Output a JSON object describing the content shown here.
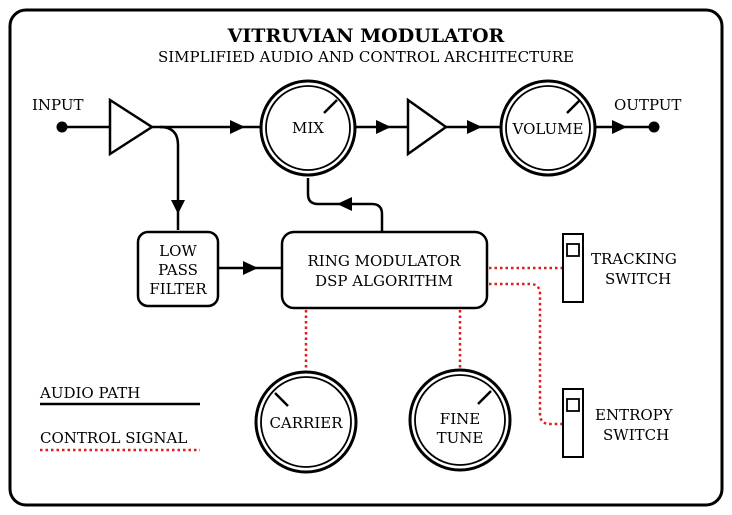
{
  "title": "VITRUVIAN MODULATOR",
  "subtitle": "SIMPLIFIED AUDIO AND CONTROL ARCHITECTURE",
  "io": {
    "input": "INPUT",
    "output": "OUTPUT"
  },
  "knobs": {
    "mix": "MIX",
    "volume": "VOLUME",
    "carrier": "CARRIER",
    "fine_tune_line1": "FINE",
    "fine_tune_line2": "TUNE"
  },
  "blocks": {
    "lpf_line1": "LOW",
    "lpf_line2": "PASS",
    "lpf_line3": "FILTER",
    "ring_line1": "RING MODULATOR",
    "ring_line2": "DSP ALGORITHM"
  },
  "switches": {
    "tracking_line1": "TRACKING",
    "tracking_line2": "SWITCH",
    "entropy_line1": "ENTROPY",
    "entropy_line2": "SWITCH"
  },
  "legend": {
    "audio_path": "AUDIO PATH",
    "control_signal": "CONTROL SIGNAL"
  },
  "colors": {
    "audio": "#000000",
    "control": "#e01b1b",
    "background": "#ffffff"
  }
}
